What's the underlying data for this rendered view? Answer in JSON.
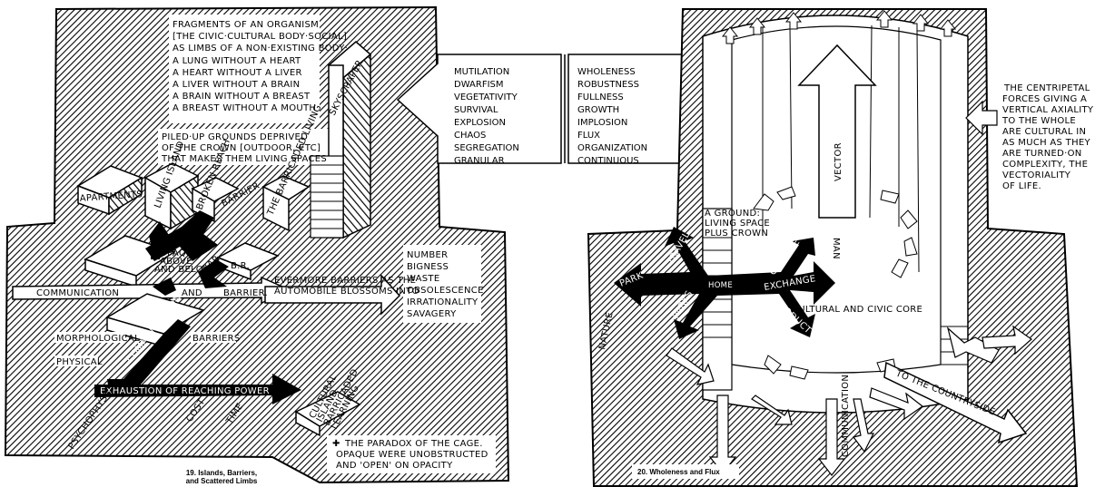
{
  "left_panel": {
    "fragments": [
      "FRAGMENTS OF AN ORGANISM",
      "[THE CIVIC·CULTURAL BODY·SOCIAL]",
      "AS LIMBS OF A NON·EXISTING BODY·",
      "A LUNG WITHOUT A HEART",
      "A HEART WITHOUT A LIVER",
      "A LIVER WITHOUT A BRAIN",
      "A BRAIN WITHOUT A BREAST",
      "A BREAST WITHOUT A MOUTH"
    ],
    "piled": [
      "PILED·UP GROUNDS DEPRIVED",
      "OF THE CROWN [OUTDOOR, ETC]",
      "THAT MAKES THEM LIVING SPACES"
    ],
    "skyscraper": "SKYSCRAPER",
    "apartments": "APARTMENTS",
    "living_island": "LIVING ISLAND",
    "broken_reach": "BROKEN REACH",
    "barricaded_living": "THE BARRICADED LIVING",
    "barrier": "BARRIER",
    "opaque": [
      "OPAQUE",
      "ABOVE",
      "AND BELOW"
    ],
    "bar": "BAR",
    "br": "B.R.",
    "comm_and_barrier": [
      "COMMUNICATION",
      "AND",
      "BARRIER."
    ],
    "evermore": [
      "EVERMORE BARRIERS AS THE",
      "AUTOMOBILE BLOSSOMS INTO"
    ],
    "consequences": [
      "NUMBER",
      "BIGNESS",
      "WASTE",
      "OBSOLESCENCE",
      "IRRATIONALITY",
      "SAVAGERY"
    ],
    "communication": "COMMUNICATION",
    "morphological": "MORPHOLOGICAL",
    "barriers": "BARRIERS",
    "physical": "PHYSICAL",
    "exhaustion": "EXHAUSTION OF REACHING POWER",
    "psychophysical": "PSYCHOPHYSICAL",
    "cost": "COST",
    "time": "TIME",
    "cultural_island": [
      "CULTURAL",
      "ISLAND",
      "BARRICADED",
      "LEARNING"
    ],
    "paradox": [
      "THE PARADOX OF THE CAGE.",
      "OPAQUE WERE UNOBSTRUCTED",
      "AND 'OPEN' ON OPACITY"
    ],
    "caption": [
      "19. Islands, Barriers,",
      "and Scattered Limbs"
    ]
  },
  "middle": {
    "left_words": [
      "MUTILATION",
      "DWARFISM",
      "VEGETATIVITY",
      "SURVIVAL",
      "EXPLOSION",
      "CHAOS",
      "SEGREGATION",
      "GRANULAR"
    ],
    "right_words": [
      "WHOLENESS",
      "ROBUSTNESS",
      "FULLNESS",
      "GROWTH",
      "IMPLOSION",
      "FLUX",
      "ORGANIZATION",
      "CONTINUOUS"
    ]
  },
  "right_panel": {
    "centripetal": [
      "THE CENTRIPETAL",
      "FORCES GIVING A",
      "VERTICAL AXIALITY",
      "TO THE WHOLE",
      "ARE CULTURAL IN",
      "AS MUCH AS THEY",
      "ARE TURNED·ON",
      "COMPLEXITY, THE",
      "VECTORIALITY",
      "OF LIFE."
    ],
    "vector": "VECTOR",
    "ground": [
      "A GROUND:",
      "LIVING SPACE",
      "PLUS CROWN"
    ],
    "travel": "TRAVEL",
    "culture": "CULTURE",
    "park": "PARK",
    "home": "HOME",
    "exchange": "EXCHANGE",
    "parks": "PARKS",
    "product": "PRODUCT",
    "man": "MAN",
    "nature": "NATURE",
    "civic_core": "CULTURAL AND CIVIC CORE",
    "countryside": "TO THE COUNTRYSIDE",
    "communication": "COMMUNICATION",
    "caption": "20. Wholeness and Flux"
  }
}
